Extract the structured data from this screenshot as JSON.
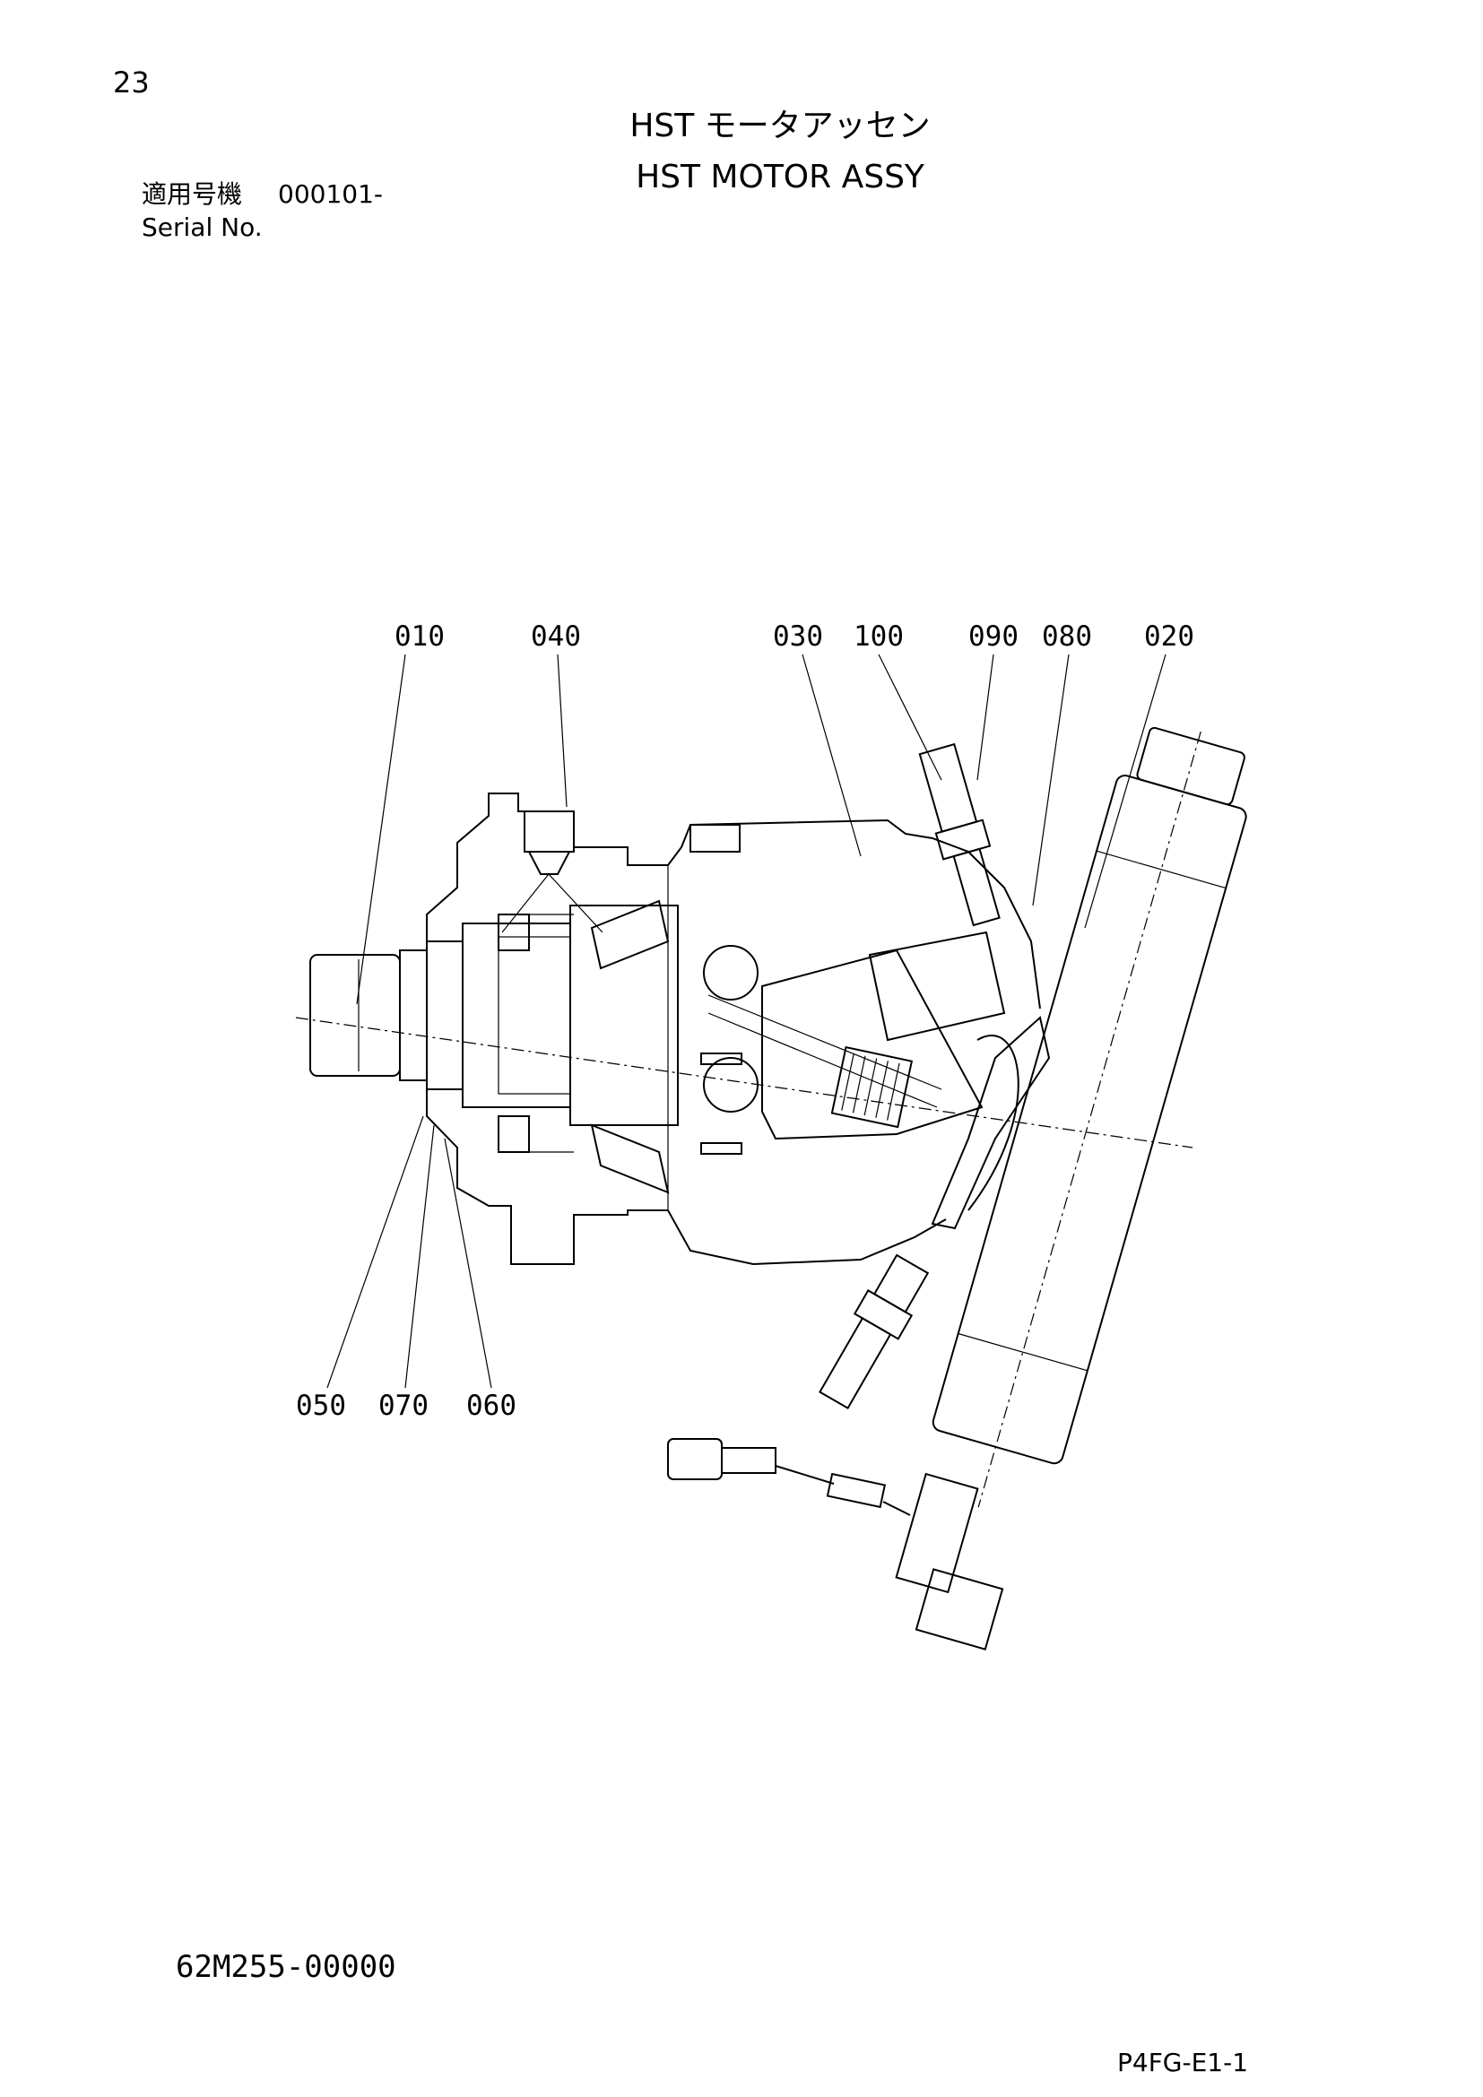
{
  "page": {
    "page_number": "23",
    "title_jp": "HST モータアッセン",
    "title_en": "HST MOTOR ASSY",
    "serial_label_jp": "適用号機",
    "serial_value": "000101-",
    "serial_label_en": "Serial No.",
    "part_number": "62M255-00000",
    "sheet_id": "P4FG-E1-1"
  },
  "callouts": {
    "c010": "010",
    "c040": "040",
    "c030": "030",
    "c100": "100",
    "c090": "090",
    "c080": "080",
    "c020": "020",
    "c050": "050",
    "c070": "070",
    "c060": "060"
  }
}
